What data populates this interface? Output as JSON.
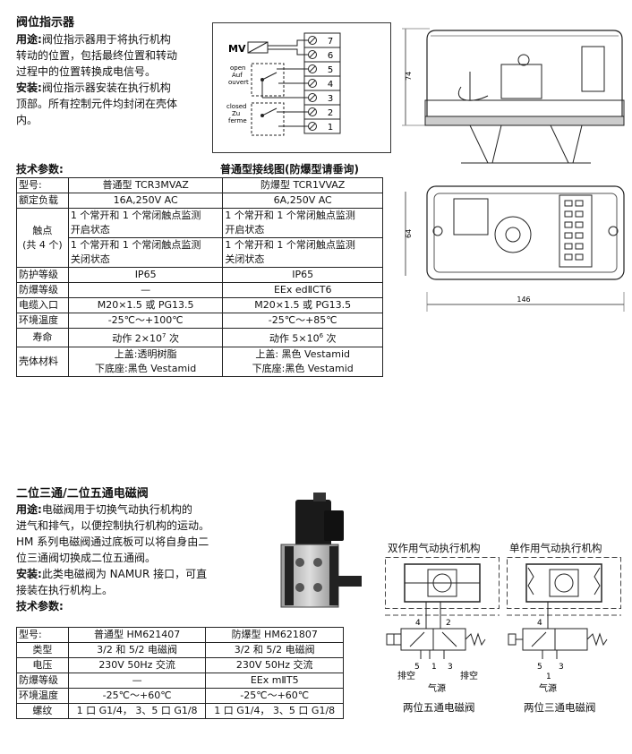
{
  "section1": {
    "title": "阀位指示器",
    "usage_label": "用途:",
    "usage_lines": [
      "阀位指示器用于将执行机构",
      "转动的位置，包括最终位置和转动",
      "过程中的位置转换成电信号。"
    ],
    "install_label": "安装:",
    "install_lines": [
      "阀位指示器安装在执行机构",
      "顶部。所有控制元件均封闭在壳体",
      "内。"
    ],
    "spec_label": "技术参数:",
    "wiring_caption": "普通型接线图(防爆型请垂询)",
    "wiring": {
      "mv": "MV",
      "open_labels": [
        "open",
        "Auf",
        "ouvert"
      ],
      "closed_labels": [
        "closed",
        "Zu",
        "ferme"
      ],
      "terminals": [
        "7",
        "6",
        "5",
        "4",
        "3",
        "2",
        "1"
      ]
    },
    "dims": {
      "height": "74",
      "depth": "64",
      "width": "146"
    },
    "table": {
      "header": [
        "型号:",
        "普通型 TCR3MVAZ",
        "防爆型 TCR1VVAZ"
      ],
      "rows": [
        [
          "额定负载",
          "16A,250V AC",
          "6A,250V AC"
        ],
        [
          "防护等级",
          "IP65",
          "IP65"
        ],
        [
          "防爆等级",
          "—",
          "EEx edⅡCT6"
        ],
        [
          "电缆入口",
          "M20×1.5 或 PG13.5",
          "M20×1.5 或 PG13.5"
        ],
        [
          "环境温度",
          "-25℃～+100℃",
          "-25℃～+85℃"
        ]
      ],
      "contact_label": [
        "触点",
        "(共 4 个)"
      ],
      "contact_open": [
        "1 个常开和 1 个常闭触点监测",
        "开启状态"
      ],
      "contact_closed": [
        "1 个常开和 1 个常闭触点监测",
        "关闭状态"
      ],
      "life_label": "寿命",
      "life_std": [
        "动作 2×10",
        "7",
        " 次"
      ],
      "life_ex": [
        "动作 5×10",
        "6",
        " 次"
      ],
      "shell_label": "壳体材料",
      "shell_std": [
        "上盖:透明树脂",
        "下底座:黑色 Vestamid"
      ],
      "shell_ex": [
        "上盖: 黑色 Vestamid",
        "下底座:黑色 Vestamid"
      ]
    }
  },
  "section2": {
    "title": "二位三通/二位五通电磁阀",
    "usage_label": "用途:",
    "usage_lines": [
      "电磁阀用于切换气动执行机构的",
      "进气和排气，以便控制执行机构的运动。",
      "HM 系列电磁阀通过底板可以将自身由二",
      "位三通阀切换成二位五通阀。"
    ],
    "install_label": "安装:",
    "install_lines": [
      "此类电磁阀为 NAMUR 接口，可直",
      "接装在执行机构上。"
    ],
    "spec_label": "技术参数:",
    "diag_left_title": "双作用气动执行机构",
    "diag_right_title": "单作用气动执行机构",
    "diag_left_caption": "两位五通电磁阀",
    "diag_right_caption": "两位三通电磁阀",
    "port_labels": {
      "p4": "4",
      "p2": "2",
      "p5": "5",
      "p1": "1",
      "p3": "3",
      "exhaust": "排空",
      "air": "气源"
    },
    "table": {
      "header": [
        "型号:",
        "普通型 HM621407",
        "防爆型 HM621807"
      ],
      "rows": [
        [
          "类型",
          "3/2 和 5/2 电磁阀",
          "3/2 和 5/2 电磁阀"
        ],
        [
          "电压",
          "230V 50Hz 交流",
          "230V 50Hz 交流"
        ],
        [
          "防爆等级",
          "—",
          "EEx mⅡT5"
        ],
        [
          "环境温度",
          "-25℃～+60℃",
          "-25℃～+60℃"
        ],
        [
          "螺纹",
          "1 口 G1/4， 3、5 口 G1/8",
          "1 口 G1/4， 3、5 口 G1/8"
        ]
      ]
    }
  }
}
